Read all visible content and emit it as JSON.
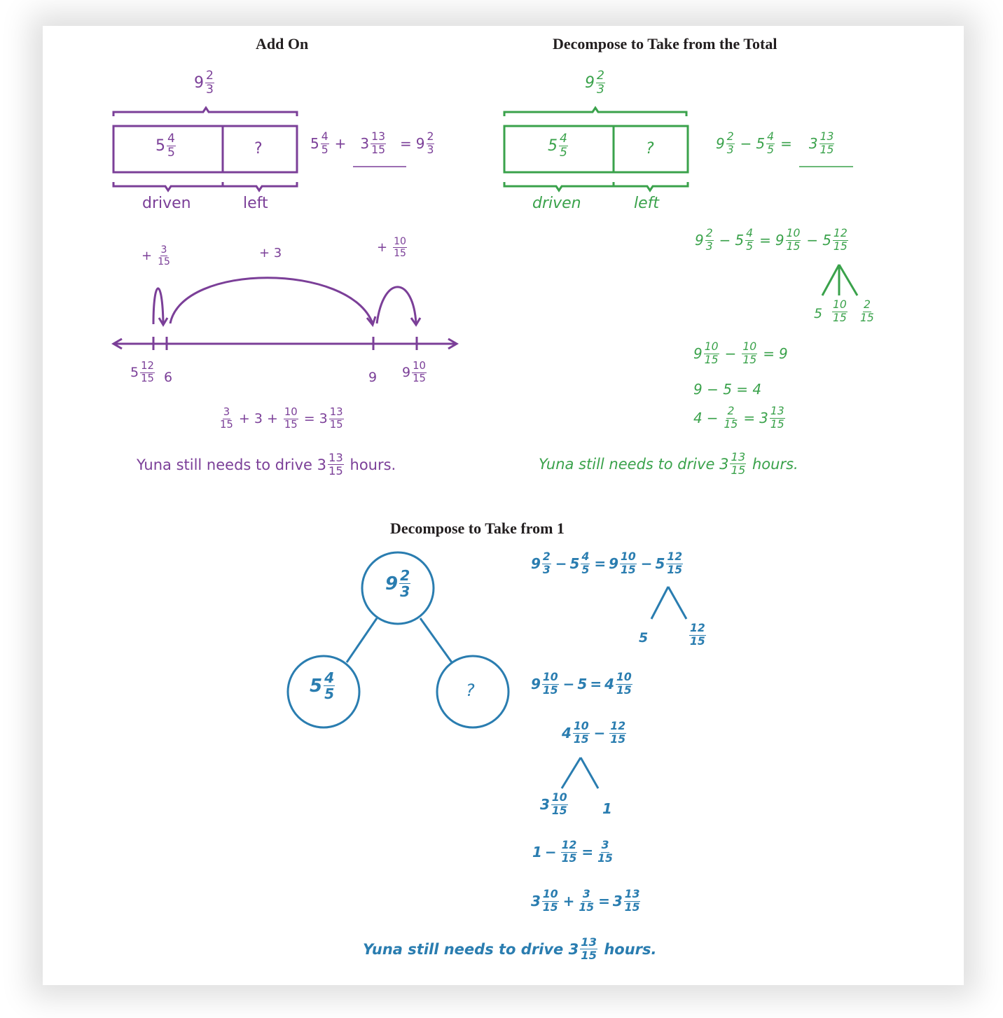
{
  "colors": {
    "add_on": "#7b3f98",
    "take_from_total": "#3aa24b",
    "take_from_one": "#2a7db0",
    "title": "#231f20"
  },
  "add_on": {
    "title": "Add On",
    "tape": {
      "total": {
        "whole": "9",
        "num": "2",
        "den": "3"
      },
      "driven": {
        "whole": "5",
        "num": "4",
        "den": "5"
      },
      "unknown": "?",
      "label_driven": "driven",
      "label_left": "left"
    },
    "equation": {
      "a": {
        "whole": "5",
        "num": "4",
        "den": "5"
      },
      "op": "+",
      "answer": {
        "whole": "3",
        "num": "13",
        "den": "15"
      },
      "eq": "=",
      "total": {
        "whole": "9",
        "num": "2",
        "den": "3"
      }
    },
    "number_line": {
      "jumps": [
        {
          "sign": "+",
          "num": "3",
          "den": "15"
        },
        {
          "label": "+ 3"
        },
        {
          "sign": "+",
          "num": "10",
          "den": "15"
        }
      ],
      "ticks": [
        {
          "whole": "5",
          "num": "12",
          "den": "15"
        },
        {
          "label": "6"
        },
        {
          "label": "9"
        },
        {
          "whole": "9",
          "num": "10",
          "den": "15"
        }
      ]
    },
    "sum_equation": {
      "t1": {
        "num": "3",
        "den": "15"
      },
      "p1": "+ 3 +",
      "t2": {
        "num": "10",
        "den": "15"
      },
      "eq": "=",
      "result": {
        "whole": "3",
        "num": "13",
        "den": "15"
      }
    },
    "conclusion": {
      "before": "Yuna still needs to drive",
      "whole": "3",
      "num": "13",
      "den": "15",
      "after": "hours."
    }
  },
  "take_from_total": {
    "title": "Decompose to Take from the Total",
    "tape": {
      "total": {
        "whole": "9",
        "num": "2",
        "den": "3"
      },
      "driven": {
        "whole": "5",
        "num": "4",
        "den": "5"
      },
      "unknown": "?",
      "label_driven": "driven",
      "label_left": "left"
    },
    "equation": {
      "a": {
        "whole": "9",
        "num": "2",
        "den": "3"
      },
      "op": "−",
      "b": {
        "whole": "5",
        "num": "4",
        "den": "5"
      },
      "eq": "=",
      "answer": {
        "whole": "3",
        "num": "13",
        "den": "15"
      }
    },
    "steps": {
      "s1": {
        "a": {
          "whole": "9",
          "num": "2",
          "den": "3"
        },
        "b": {
          "whole": "5",
          "num": "4",
          "den": "5"
        },
        "c": {
          "whole": "9",
          "num": "10",
          "den": "15"
        },
        "d": {
          "whole": "5",
          "num": "12",
          "den": "15"
        }
      },
      "split": {
        "p1": "5",
        "p2": {
          "num": "10",
          "den": "15"
        },
        "p3": {
          "num": "2",
          "den": "15"
        }
      },
      "s2": {
        "a": {
          "whole": "9",
          "num": "10",
          "den": "15"
        },
        "b": {
          "num": "10",
          "den": "15"
        },
        "r": "9"
      },
      "s3": "9 − 5 = 4",
      "s4": {
        "a": "4",
        "b": {
          "num": "2",
          "den": "15"
        },
        "r": {
          "whole": "3",
          "num": "13",
          "den": "15"
        }
      }
    },
    "conclusion": {
      "before": "Yuna still needs to drive",
      "whole": "3",
      "num": "13",
      "den": "15",
      "after": "hours."
    }
  },
  "take_from_one": {
    "title": "Decompose to Take from 1",
    "bond": {
      "top": {
        "whole": "9",
        "num": "2",
        "den": "3"
      },
      "left": {
        "whole": "5",
        "num": "4",
        "den": "5"
      },
      "right": "?"
    },
    "steps": {
      "s1": {
        "a": {
          "whole": "9",
          "num": "2",
          "den": "3"
        },
        "b": {
          "whole": "5",
          "num": "4",
          "den": "5"
        },
        "c": {
          "whole": "9",
          "num": "10",
          "den": "15"
        },
        "d": {
          "whole": "5",
          "num": "12",
          "den": "15"
        }
      },
      "split1": {
        "p1": "5",
        "p2": {
          "num": "12",
          "den": "15"
        }
      },
      "s2": {
        "a": {
          "whole": "9",
          "num": "10",
          "den": "15"
        },
        "b": "5",
        "r": {
          "whole": "4",
          "num": "10",
          "den": "15"
        }
      },
      "s3": {
        "a": {
          "whole": "4",
          "num": "10",
          "den": "15"
        },
        "b": {
          "num": "12",
          "den": "15"
        }
      },
      "split2": {
        "p1": {
          "whole": "3",
          "num": "10",
          "den": "15"
        },
        "p2": "1"
      },
      "s4": {
        "a": "1",
        "b": {
          "num": "12",
          "den": "15"
        },
        "r": {
          "num": "3",
          "den": "15"
        }
      },
      "s5": {
        "a": {
          "whole": "3",
          "num": "10",
          "den": "15"
        },
        "b": {
          "num": "3",
          "den": "15"
        },
        "r": {
          "whole": "3",
          "num": "13",
          "den": "15"
        }
      }
    },
    "conclusion": {
      "before": "Yuna still needs to drive",
      "whole": "3",
      "num": "13",
      "den": "15",
      "after": "hours."
    }
  }
}
